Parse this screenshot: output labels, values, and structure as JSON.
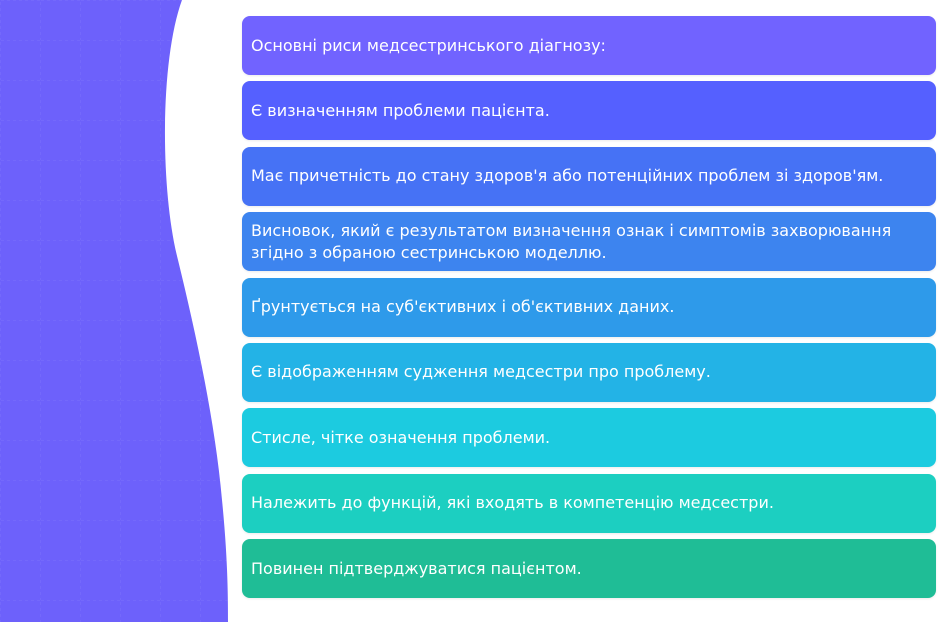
{
  "items": [
    {
      "text": "Основні риси медсестринського діагнозу:",
      "color": "#7163ff"
    },
    {
      "text": "Є визначенням проблеми пацієнта.",
      "color": "#5560ff"
    },
    {
      "text": "Має причетність до стану здоров'я або потенційних проблем зі здоров'ям.",
      "color": "#4672f5"
    },
    {
      "text": "Висновок, який є результатом визначення ознак і симптомів захворювання згідно з обраною сестринською моделлю.",
      "color": "#3d84ef"
    },
    {
      "text": "Ґрунтується на суб'єктивних і об'єктивних даних.",
      "color": "#2e9aea"
    },
    {
      "text": "Є відображенням судження медсестри про проблему.",
      "color": "#23b3e6"
    },
    {
      "text": "Стисле, чітке означення проблеми.",
      "color": "#1ccbe0"
    },
    {
      "text": "Належить до функцій, які входять в компетенцію медсестри.",
      "color": "#1ccfc1"
    },
    {
      "text": "Повинен підтверджуватися пацієнтом.",
      "color": "#1fbd96"
    }
  ],
  "side_panel_color": "#6d61fb"
}
